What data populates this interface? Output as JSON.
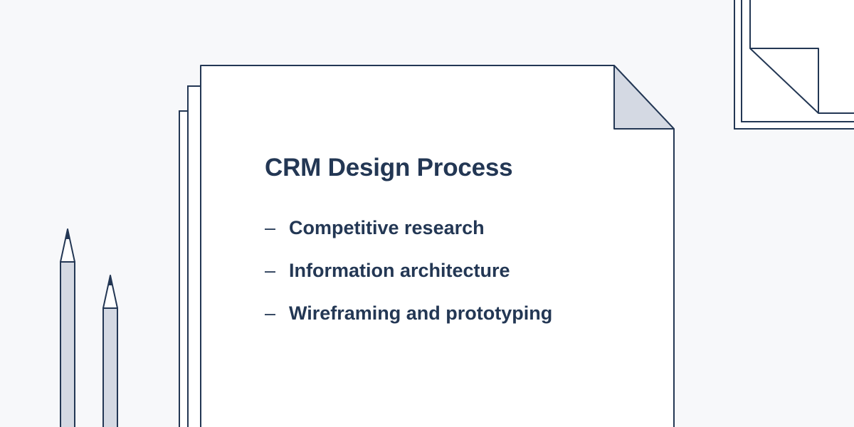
{
  "colors": {
    "background": "#f7f8fa",
    "paper": "#ffffff",
    "stroke": "#233754",
    "fold_fill": "#d4d9e3",
    "text": "#233754"
  },
  "icons": [
    "paper-stack-icon",
    "page-corner-fold-icon",
    "pencil-icon",
    "framed-page-icon"
  ],
  "document": {
    "title": "CRM Design Process",
    "bullet": "–",
    "items": [
      {
        "label": "Competitive research"
      },
      {
        "label": "Information architecture"
      },
      {
        "label": "Wireframing and prototyping"
      }
    ]
  }
}
